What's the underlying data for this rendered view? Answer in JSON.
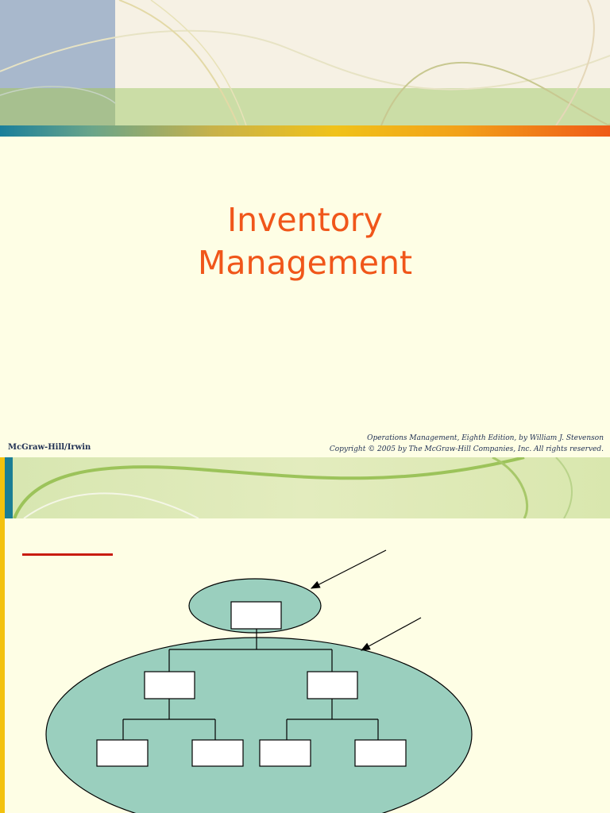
{
  "slide1": {
    "title_line1": "Inventory",
    "title_line2": "Management",
    "publisher": "McGraw-Hill/Irwin",
    "copyright_line1": "Operations Management, Eighth Edition, by William J. Stevenson",
    "copyright_line2": "Copyright © 2005 by The McGraw-Hill Companies, Inc.  All rights reserved."
  },
  "colors": {
    "title": "#f0561a",
    "diagram_fill": "#9acfbe",
    "accent_red": "#c81c10",
    "background": "#fefee5"
  }
}
